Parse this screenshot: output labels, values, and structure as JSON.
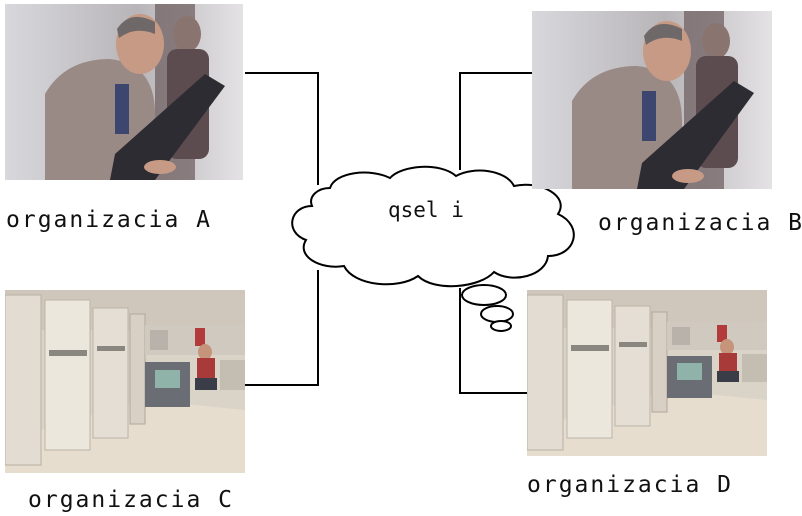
{
  "network": {
    "cloud_label": "qsel i",
    "line_color": "#000000"
  },
  "organizations": {
    "a": {
      "label": "organizacia A",
      "photo": "person-with-laptop-photo"
    },
    "b": {
      "label": "organizacia B",
      "photo": "person-with-laptop-photo"
    },
    "c": {
      "label": "organizacia C",
      "photo": "server-room-photo"
    },
    "d": {
      "label": "organizacia D",
      "photo": "server-room-photo"
    }
  }
}
